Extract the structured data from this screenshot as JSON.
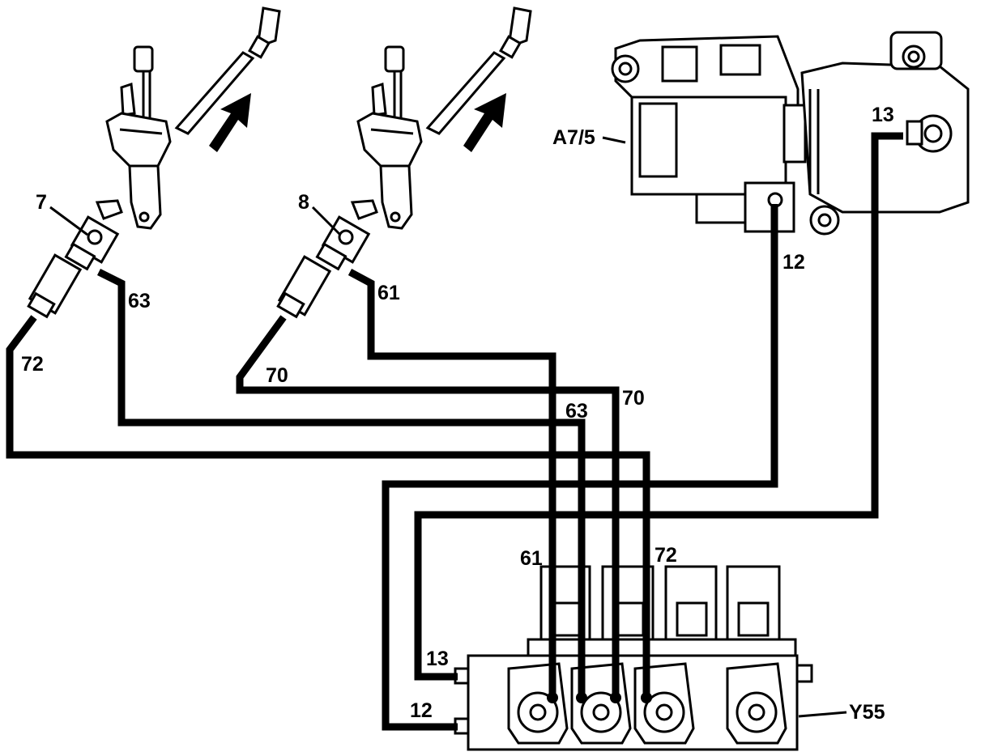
{
  "labels": {
    "switch_left": "7",
    "switch_right": "8",
    "actuator": "A7/5",
    "valve_block": "Y55",
    "act_port_12": "12",
    "act_port_13": "13",
    "wire_63_top": "63",
    "wire_61_top": "61",
    "wire_72_left": "72",
    "wire_70_left": "70",
    "wire_70_mid": "70",
    "wire_63_mid": "63",
    "wire_61_bottom": "61",
    "wire_72_bottom": "72",
    "valve_port_13": "13",
    "valve_port_12": "12"
  },
  "icons": [
    "hand-lever-icon",
    "push-rod-icon",
    "direction-arrow-icon",
    "pneumatic-switch-icon",
    "actuator-motor-icon",
    "solenoid-valve-icon"
  ]
}
